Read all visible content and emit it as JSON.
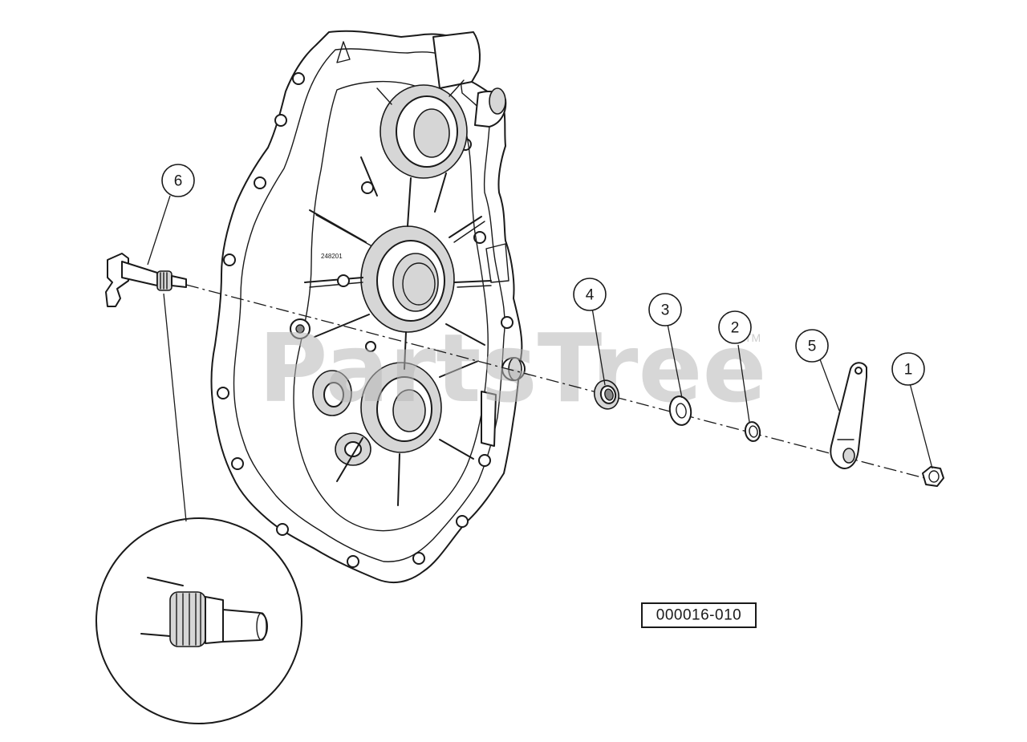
{
  "diagram": {
    "drawing_number": "000016-010",
    "watermark": "PartsTree",
    "watermark_tm": "TM",
    "casting_mark": "248201",
    "callouts": [
      {
        "id": "6",
        "label": "6"
      },
      {
        "id": "4",
        "label": "4"
      },
      {
        "id": "3",
        "label": "3"
      },
      {
        "id": "2",
        "label": "2"
      },
      {
        "id": "5",
        "label": "5"
      },
      {
        "id": "1",
        "label": "1"
      }
    ]
  }
}
